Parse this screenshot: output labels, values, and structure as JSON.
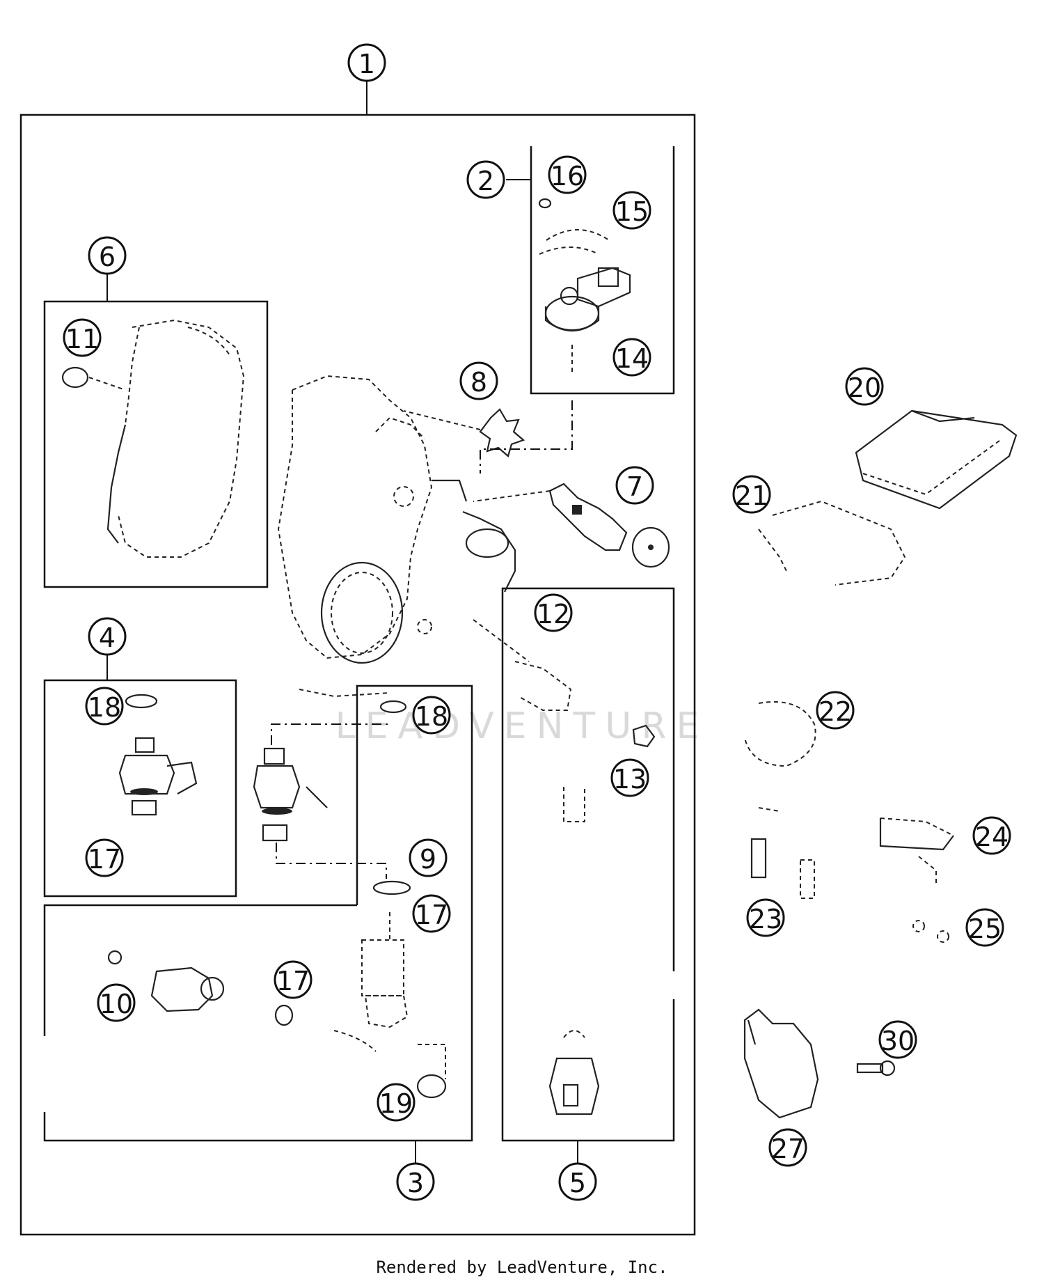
{
  "watermark": "LEADVENTURE",
  "credit": "Rendered by LeadVenture, Inc.",
  "callouts": [
    "1",
    "2",
    "3",
    "4",
    "5",
    "6",
    "7",
    "8",
    "9",
    "10",
    "11",
    "12",
    "13",
    "14",
    "15",
    "16",
    "17",
    "18",
    "19",
    "20",
    "21",
    "22",
    "23",
    "24",
    "25",
    "27",
    "30"
  ],
  "groups": {
    "g1": {
      "label": "1"
    },
    "g2": {
      "label": "2"
    },
    "g3": {
      "label": "3"
    },
    "g4": {
      "label": "4"
    },
    "g5": {
      "label": "5"
    },
    "g6": {
      "label": "6"
    }
  }
}
